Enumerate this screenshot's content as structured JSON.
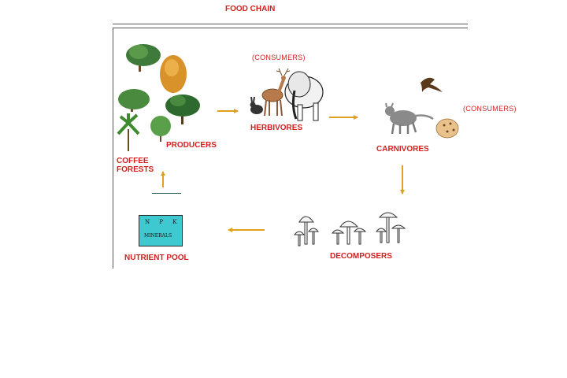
{
  "title": "FOOD CHAIN",
  "nodes": {
    "producers": "PRODUCERS",
    "coffee_forests": "COFFEE\nFORESTS",
    "herbivores": "HERBIVORES",
    "consumers_top": "(CONSUMERS)",
    "carnivores": "CARNIVORES",
    "consumers_right": "(CONSUMERS)",
    "decomposers": "DECOMPOSERS",
    "nutrient_pool": "NUTRIENT POOL"
  },
  "tank": {
    "npk": "N P K",
    "minerals": "MINERALS"
  },
  "icons": [
    "tree-icon",
    "deer-icon",
    "elephant-icon",
    "rabbit-icon",
    "bird-icon",
    "cat-icon",
    "mushroom-icon",
    "mineral-tank-icon",
    "arrow-icon"
  ],
  "colors": {
    "label": "#d42020",
    "arrow": "#e0a020",
    "tank": "#3ec9d0"
  }
}
